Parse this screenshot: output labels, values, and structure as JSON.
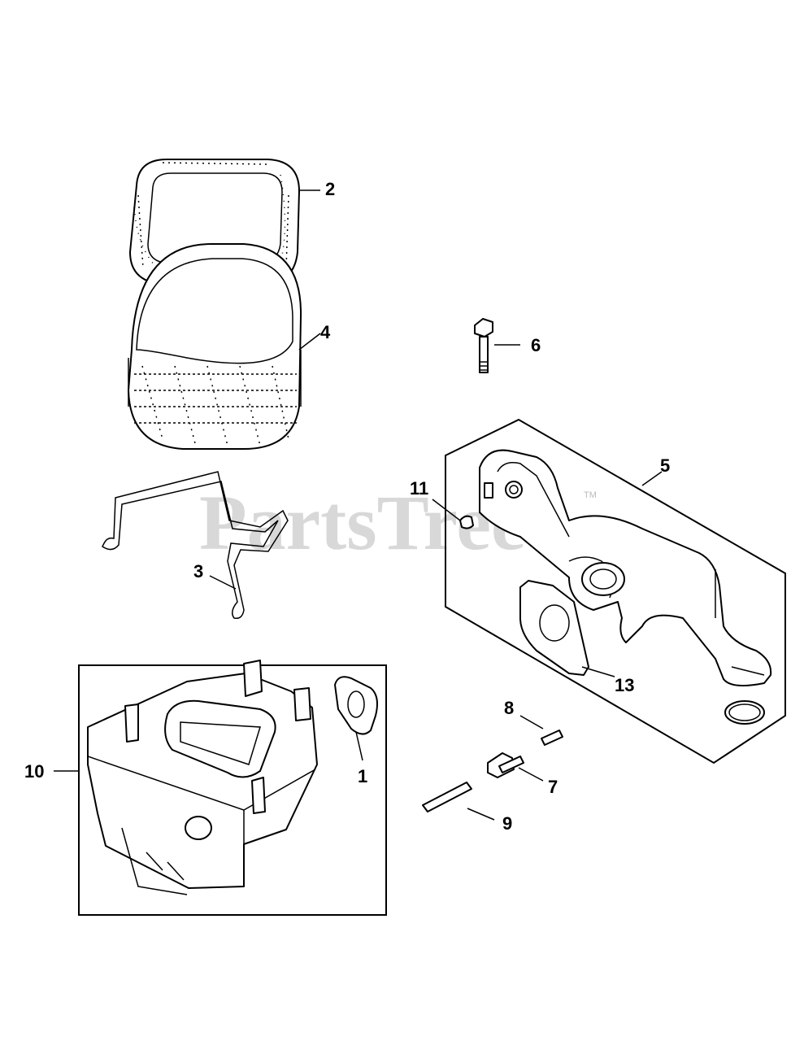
{
  "watermark": {
    "text": "PartsTree",
    "tm": "TM"
  },
  "callouts": {
    "c1": "1",
    "c2": "2",
    "c3": "3",
    "c4": "4",
    "c5": "5",
    "c6": "6",
    "c7": "7",
    "c8": "8",
    "c9": "9",
    "c10": "10",
    "c11": "11",
    "c13": "13"
  }
}
